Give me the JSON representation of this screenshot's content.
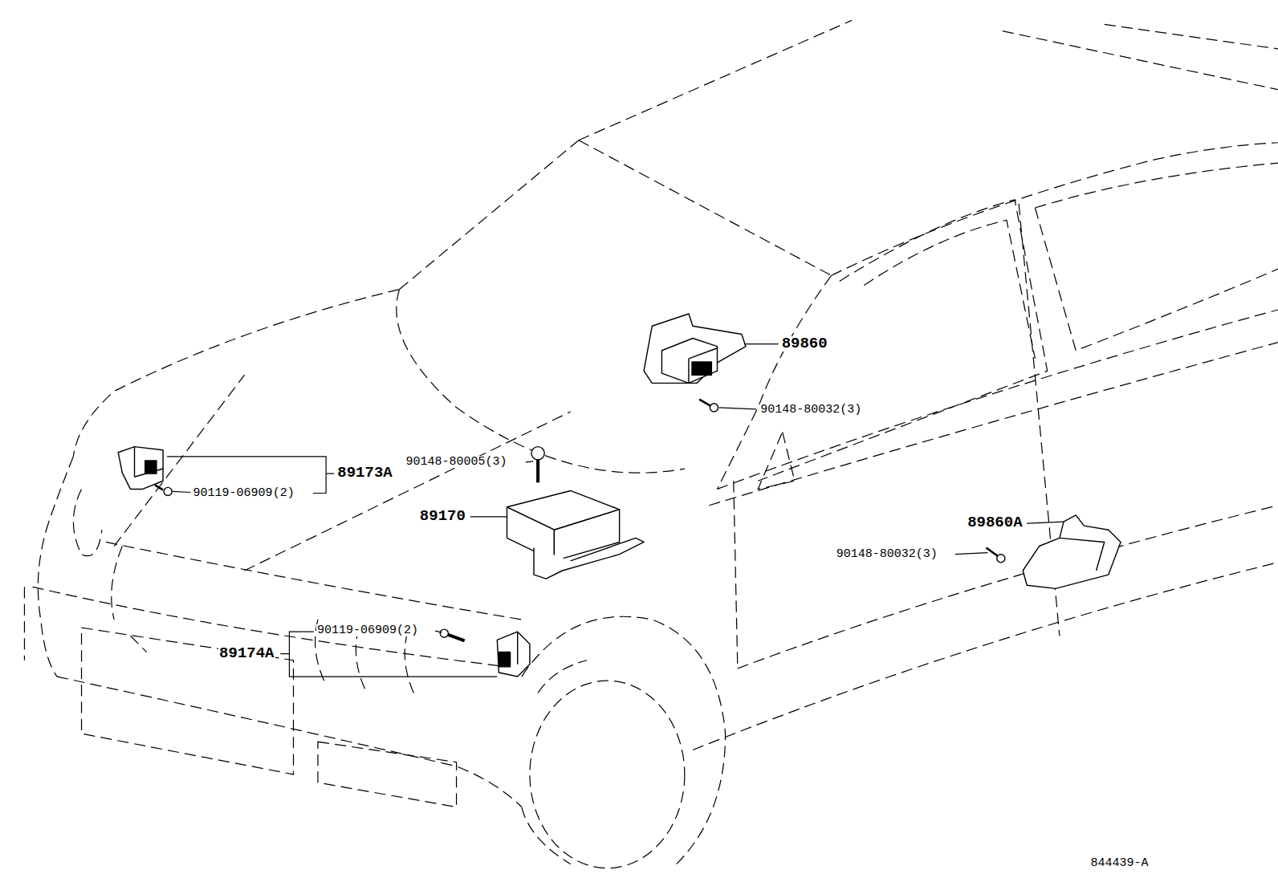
{
  "diagram": {
    "labels": [
      "89860",
      "90148-80032(3)",
      "89173A",
      "90148-80005(3)",
      "90119-06909(2)",
      "89170",
      "89860A",
      "90148-80032(3)",
      "89174A",
      "90119-06909(2)",
      "844439-A"
    ]
  }
}
